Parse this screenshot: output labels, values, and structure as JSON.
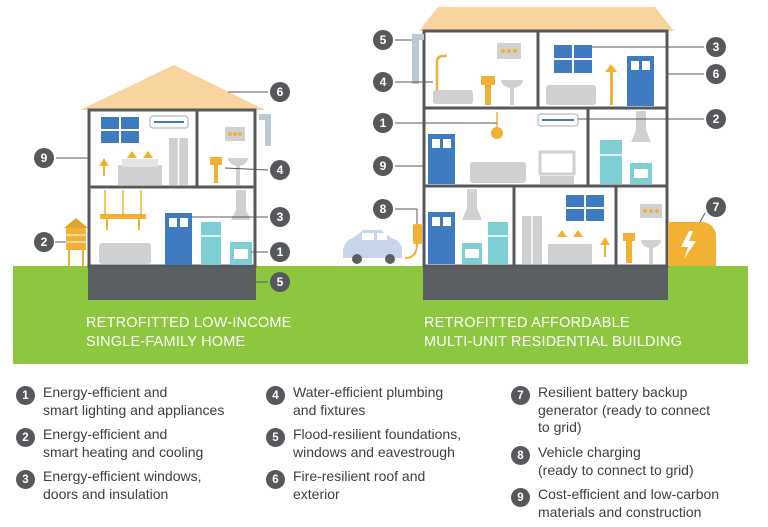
{
  "captions": {
    "left": [
      "RETROFITTED LOW-INCOME",
      "SINGLE-FAMILY HOME"
    ],
    "right": [
      "RETROFITTED AFFORDABLE",
      "MULTI-UNIT RESIDENTIAL BUILDING"
    ]
  },
  "markers": {
    "l1": "1",
    "l2": "2",
    "l3": "3",
    "l4": "4",
    "l5": "5",
    "l6": "6",
    "l9": "9",
    "r1": "1",
    "r2": "2",
    "r3": "3",
    "r4": "4",
    "r5": "5",
    "r6": "6",
    "r7": "7",
    "r8": "8",
    "r9": "9"
  },
  "legend": [
    {
      "num": "1",
      "lines": [
        "Energy-efficient and",
        "smart lighting and appliances"
      ]
    },
    {
      "num": "2",
      "lines": [
        "Energy-efficient and",
        "smart heating and cooling"
      ]
    },
    {
      "num": "3",
      "lines": [
        "Energy-efficient windows,",
        "doors and insulation"
      ]
    },
    {
      "num": "4",
      "lines": [
        "Water-efficient plumbing",
        "and fixtures"
      ]
    },
    {
      "num": "5",
      "lines": [
        "Flood-resilient foundations,",
        "windows and eavestrough"
      ]
    },
    {
      "num": "6",
      "lines": [
        "Fire-resilient roof and",
        "exterior"
      ]
    },
    {
      "num": "7",
      "lines": [
        "Resilient battery backup",
        "generator  (ready to connect",
        "to grid)"
      ]
    },
    {
      "num": "8",
      "lines": [
        "Vehicle charging",
        "(ready to connect to grid)"
      ]
    },
    {
      "num": "9",
      "lines": [
        "Cost-efficient and low-carbon",
        "materials and construction"
      ]
    }
  ],
  "colors": {
    "grass": "#8dc63f",
    "foundation": "#5a6062",
    "roof": "#f8d49e",
    "wall": "#56595b",
    "window": "#3f7bc1",
    "fixture": "#f2b134",
    "furniture": "#cfd0d1",
    "appliance": "#7ecfd4",
    "battery": "#f2b134"
  }
}
